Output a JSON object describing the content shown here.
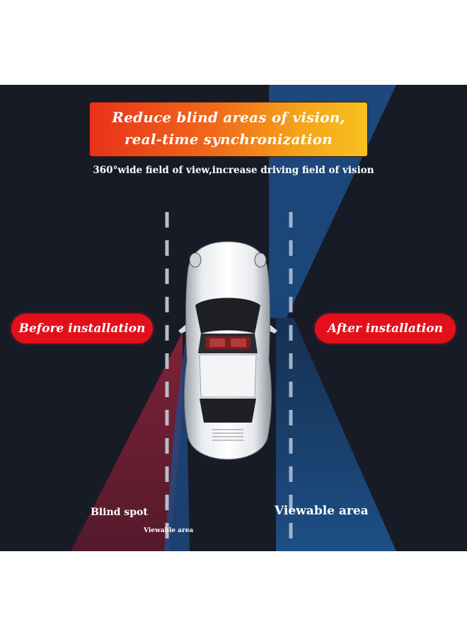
{
  "banner": {
    "line1": "Reduce blind areas of vision,",
    "line2": "real-time synchronization"
  },
  "subtitle": "360°wide field of view,increase driving field of vision",
  "labels": {
    "before": "Before installation",
    "after": "After installation",
    "blind_spot": "Blind spot",
    "viewable_small": "Viewable area",
    "viewable_big": "Viewable area"
  },
  "colors": {
    "background": "#171b26",
    "pill_red": "#e3101b",
    "blue_zone": "#1d4f88",
    "blind_zone": "#6a1e33"
  },
  "icons": [
    "car-top-view-icon"
  ]
}
